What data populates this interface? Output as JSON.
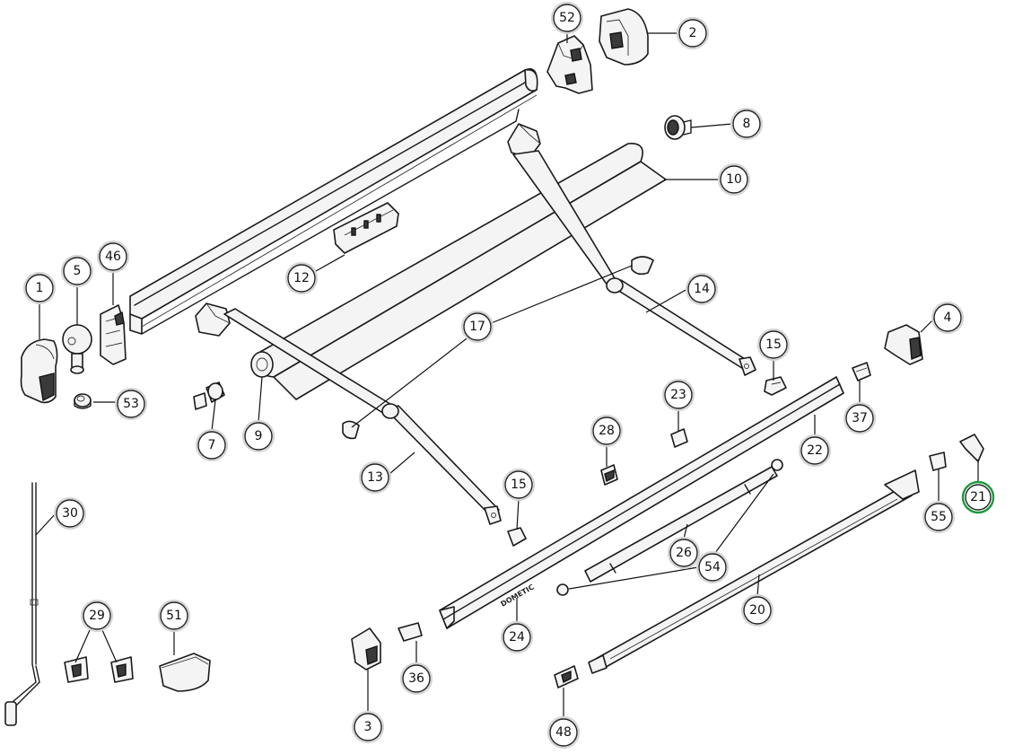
{
  "diagram": {
    "brand_mark": "DOMETIC",
    "highlight_color": "#1a9a3c",
    "highlighted_part": "21",
    "callouts": [
      {
        "id": "c52",
        "label": "52"
      },
      {
        "id": "c2",
        "label": "2"
      },
      {
        "id": "c8",
        "label": "8"
      },
      {
        "id": "c10",
        "label": "10"
      },
      {
        "id": "c46",
        "label": "46"
      },
      {
        "id": "c1",
        "label": "1"
      },
      {
        "id": "c5",
        "label": "5"
      },
      {
        "id": "c12",
        "label": "12"
      },
      {
        "id": "c14",
        "label": "14"
      },
      {
        "id": "c17",
        "label": "17"
      },
      {
        "id": "c4",
        "label": "4"
      },
      {
        "id": "c15a",
        "label": "15"
      },
      {
        "id": "c53",
        "label": "53"
      },
      {
        "id": "c7",
        "label": "7"
      },
      {
        "id": "c9",
        "label": "9"
      },
      {
        "id": "c23",
        "label": "23"
      },
      {
        "id": "c37",
        "label": "37"
      },
      {
        "id": "c28",
        "label": "28"
      },
      {
        "id": "c22",
        "label": "22"
      },
      {
        "id": "c13",
        "label": "13"
      },
      {
        "id": "c15b",
        "label": "15"
      },
      {
        "id": "c21",
        "label": "21"
      },
      {
        "id": "c30",
        "label": "30"
      },
      {
        "id": "c55",
        "label": "55"
      },
      {
        "id": "c26",
        "label": "26"
      },
      {
        "id": "c54",
        "label": "54"
      },
      {
        "id": "c29",
        "label": "29"
      },
      {
        "id": "c51",
        "label": "51"
      },
      {
        "id": "c20",
        "label": "20"
      },
      {
        "id": "c24",
        "label": "24"
      },
      {
        "id": "c36",
        "label": "36"
      },
      {
        "id": "c3",
        "label": "3"
      },
      {
        "id": "c48",
        "label": "48"
      }
    ]
  }
}
